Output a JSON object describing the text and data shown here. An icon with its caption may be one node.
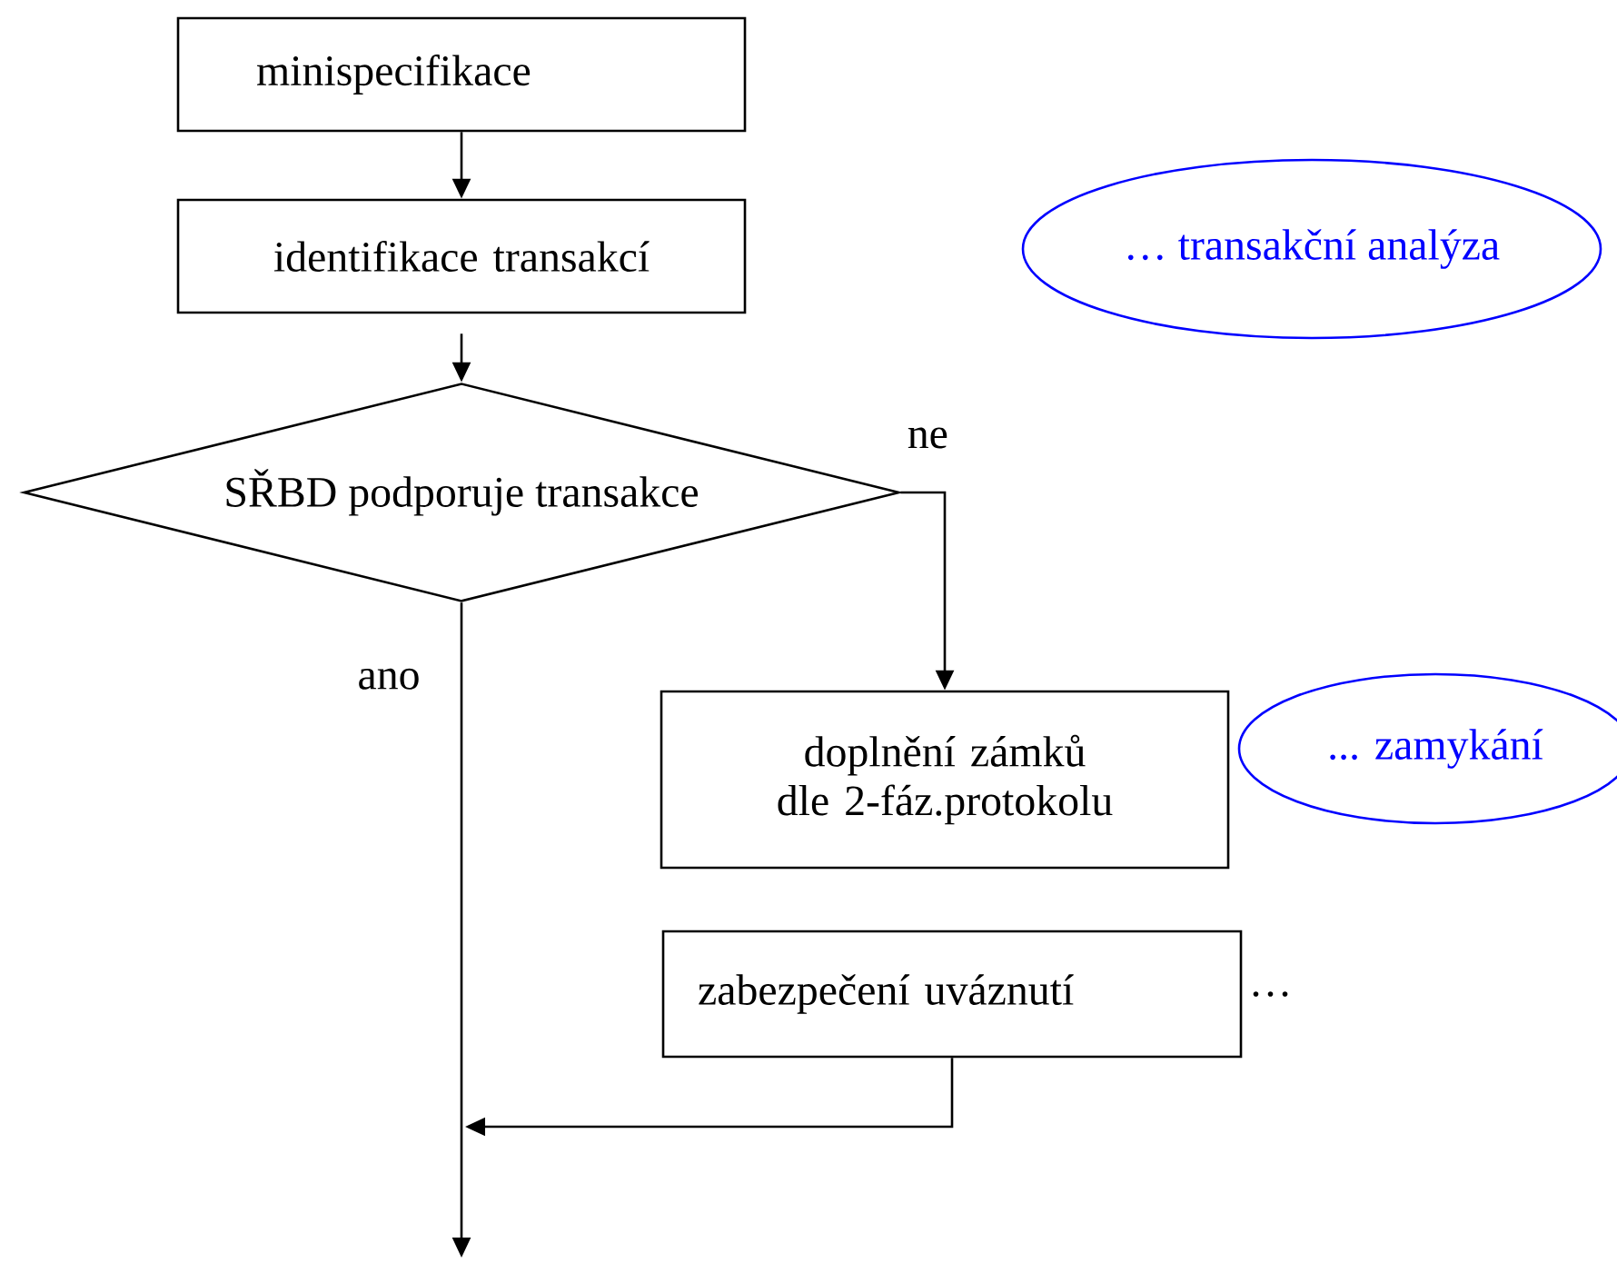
{
  "diagram": {
    "nodes": [
      {
        "text": [
          "minispecifikace"
        ]
      },
      {
        "text": [
          "identifikace transakcí"
        ]
      },
      {
        "text": [
          "SŘBD podporuje transakce"
        ]
      },
      {
        "text": [
          "doplnění zámků dle 2-fáz.protokolu"
        ]
      },
      {
        "text": [
          "zabezpečení uváznutí"
        ],
        "beside": [
          "…"
        ]
      },
      {
        "text": [
          "… transakční analýza"
        ]
      },
      {
        "text": [
          "... zamykání"
        ]
      }
    ],
    "edges": [
      {
        "from": 0,
        "to": 1,
        "arrow": "to"
      },
      {
        "from": 1,
        "to": 2,
        "arrow": "to"
      },
      {
        "from": 2,
        "to": 3,
        "arrow": "to",
        "label": "ne"
      },
      {
        "from": 2,
        "to": null,
        "arrow": "to",
        "label": "ano"
      },
      {
        "from": 4,
        "to": null,
        "arrow": "to"
      }
    ]
  }
}
